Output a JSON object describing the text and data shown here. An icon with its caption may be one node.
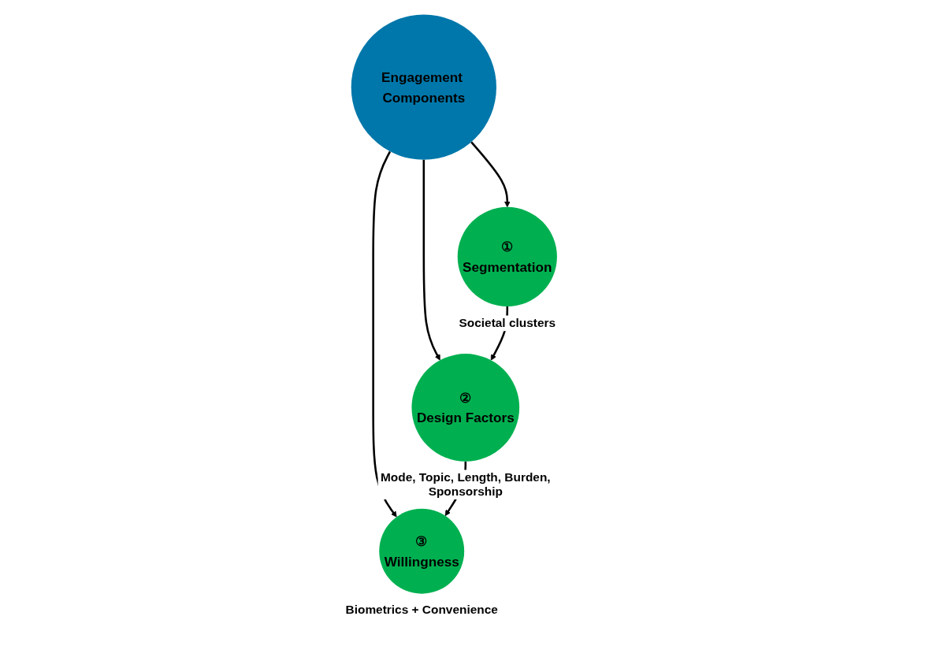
{
  "diagram": {
    "nodes": [
      {
        "text": [
          "Engagement Components"
        ]
      },
      {
        "text": [
          "①",
          "Segmentation"
        ],
        "beside": [
          "Societal clusters"
        ]
      },
      {
        "text": [
          "②",
          "Design Factors"
        ],
        "beside": [
          "Mode, Topic, Length, Burden, Sponsorship"
        ]
      },
      {
        "text": [
          "③",
          "Willingness"
        ],
        "beside": [
          "Biometrics + Convenience"
        ]
      }
    ],
    "edges": [
      {
        "from": 0,
        "to": 1,
        "arrow": "to"
      },
      {
        "from": 0,
        "to": 2,
        "arrow": "to"
      },
      {
        "from": 0,
        "to": 3,
        "arrow": "to"
      },
      {
        "from": 1,
        "to": 2,
        "arrow": "to"
      },
      {
        "from": 2,
        "to": 3,
        "arrow": "to"
      }
    ]
  }
}
